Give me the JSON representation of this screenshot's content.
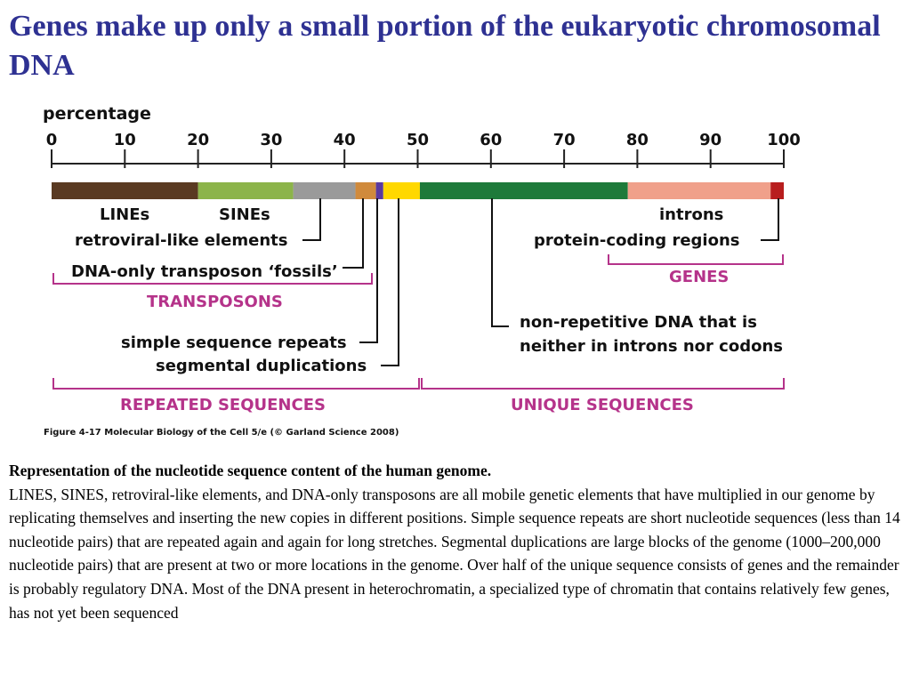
{
  "title": "Genes make up only a small portion of the eukaryotic chromosomal DNA",
  "figure": {
    "axis_label": "percentage",
    "ticks": [
      "0",
      "10",
      "20",
      "30",
      "40",
      "50",
      "60",
      "70",
      "80",
      "90",
      "100"
    ],
    "labels": {
      "lines": "LINEs",
      "sines": "SINEs",
      "retroviral": "retroviral-like elements",
      "dna_only": "DNA-only transposon ‘fossils’",
      "transposons": "TRANSPOSONS",
      "simple_repeats": "simple sequence repeats",
      "segmental": "segmental duplications",
      "repeated": "REPEATED SEQUENCES",
      "introns": "introns",
      "protein_coding": "protein-coding regions",
      "genes": "GENES",
      "nonrep_1": "non-repetitive DNA that is",
      "nonrep_2": "neither in introns nor codons",
      "unique": "UNIQUE SEQUENCES"
    },
    "credit": "Figure 4-17  Molecular Biology of the Cell 5/e (© Garland Science 2008)",
    "colors": {
      "bracket": "#b5338a",
      "lines": "#5a3a22",
      "sines": "#8cb44a",
      "retroviral": "#9a9a9a",
      "dna_only": "#d08a3c",
      "simple_repeats": "#5a3aa0",
      "segmental": "#ffd800",
      "nonrepetitive": "#1e7a3a",
      "introns": "#f0a08a",
      "protein_coding": "#b81e1e"
    },
    "segments": [
      {
        "key": "lines",
        "start": 0,
        "end": 20
      },
      {
        "key": "sines",
        "start": 20,
        "end": 33
      },
      {
        "key": "retroviral",
        "start": 33,
        "end": 41.5
      },
      {
        "key": "dna_only",
        "start": 41.5,
        "end": 44.3
      },
      {
        "key": "simple_repeats",
        "start": 44.3,
        "end": 45.3
      },
      {
        "key": "segmental",
        "start": 45.3,
        "end": 50.3
      },
      {
        "key": "nonrepetitive",
        "start": 50.3,
        "end": 78.7
      },
      {
        "key": "introns",
        "start": 78.7,
        "end": 98.2
      },
      {
        "key": "protein_coding",
        "start": 98.2,
        "end": 100
      }
    ]
  },
  "caption": {
    "heading": "Representation of the nucleotide sequence content of the human genome.",
    "body": "LINES, SINES, retroviral-like elements, and DNA-only transposons are all mobile genetic elements that have multiplied in our genome by replicating themselves and inserting the new copies in different positions. Simple sequence repeats are short nucleotide sequences (less than 14 nucleotide pairs) that are repeated again and again for long stretches. Segmental duplications are large blocks of the genome (1000–200,000 nucleotide pairs) that are present at two or more locations in the genome. Over half of the unique sequence consists of genes and the remainder is probably regulatory DNA. Most of the DNA present in heterochromatin, a specialized type of chromatin that contains relatively few genes, has not yet been sequenced"
  }
}
